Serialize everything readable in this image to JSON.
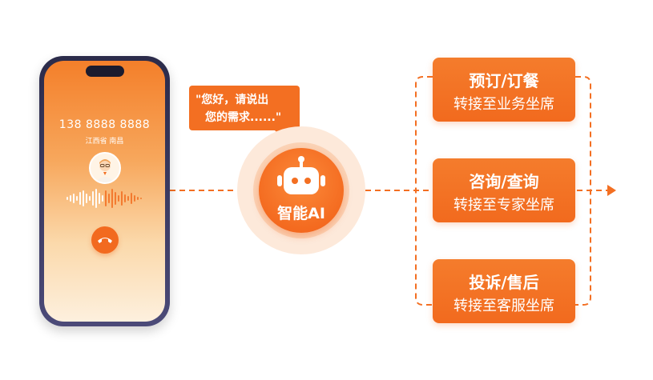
{
  "phone": {
    "number": "138 8888 8888",
    "location": "江西省 南昌",
    "avatar_icon": "person-avatar-icon",
    "hangup_icon": "phone-hangup-icon"
  },
  "bubble": {
    "line1": "\"您好，请说出",
    "line2": "您的需求......\""
  },
  "ai": {
    "label": "智能AI",
    "icon": "robot-icon"
  },
  "routes": [
    {
      "title": "预订/订餐",
      "subtitle": "转接至业务坐席"
    },
    {
      "title": "咨询/查询",
      "subtitle": "转接至专家坐席"
    },
    {
      "title": "投诉/售后",
      "subtitle": "转接至客服坐席"
    }
  ],
  "colors": {
    "accent": "#f36f22",
    "accent_light": "#fbd3b6",
    "phone_frame": "#3a3a5e"
  }
}
